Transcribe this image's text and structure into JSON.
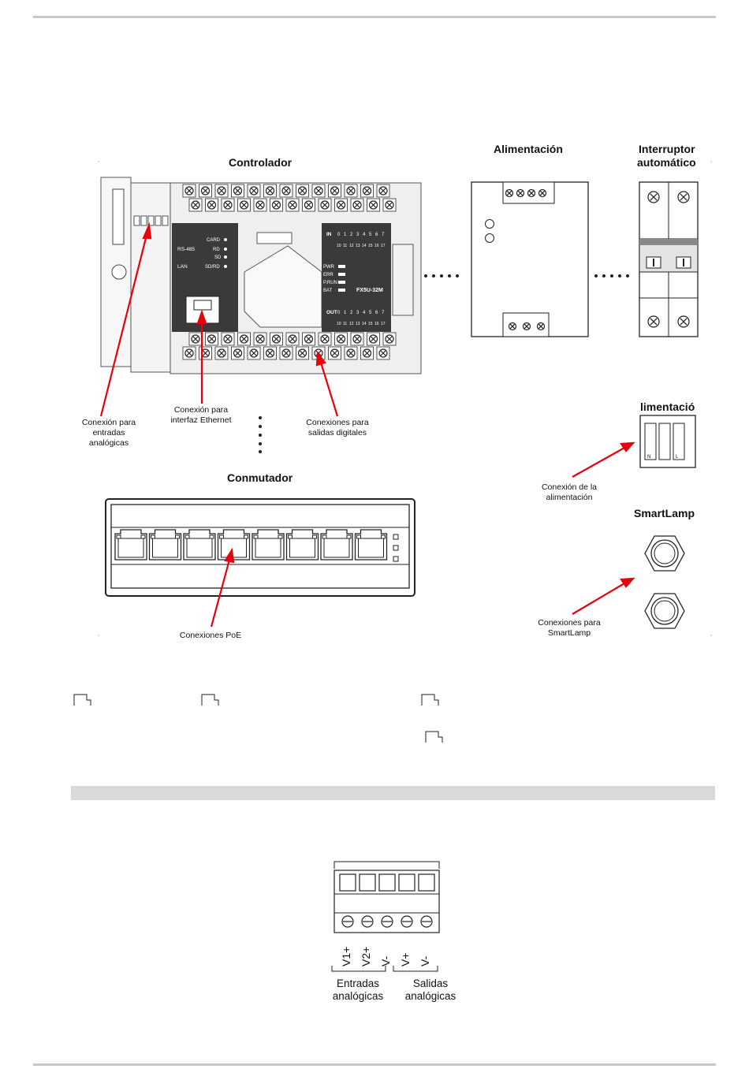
{
  "labels": {
    "controlador": "Controlador",
    "alimentacion": "Alimentación",
    "interruptor_line1": "Interruptor",
    "interruptor_line2": "automático",
    "alimentacion_clipped": "limentació",
    "conmutador": "Conmutador",
    "smartlamp": "SmartLamp"
  },
  "captions": {
    "analog_inputs": [
      "Conexión para",
      "entradas",
      "analógicas"
    ],
    "ethernet": [
      "Conexión para",
      "interfaz Ethernet"
    ],
    "digital_outputs": [
      "Conexiones para",
      "salidas digitales"
    ],
    "power_connection": [
      "Conexión de la",
      "alimentación"
    ],
    "poe": "Conexiones PoE",
    "smartlamp_conn": [
      "Conexiones para",
      "SmartLamp"
    ]
  },
  "plc": {
    "model": "FX5U-32M",
    "rs485": "RS-485",
    "lan": "LAN",
    "leds_right": [
      "CARD",
      "RD",
      "SD",
      "SD/RD"
    ],
    "status": [
      "PWR",
      "ERR",
      "P.RUN",
      "BAT"
    ],
    "in_label": "IN",
    "out_label": "OUT",
    "io_top": [
      "0",
      "1",
      "2",
      "3",
      "4",
      "5",
      "6",
      "7"
    ],
    "io_bottom": [
      "10",
      "11",
      "12",
      "13",
      "14",
      "15",
      "16",
      "17"
    ]
  },
  "terminal": {
    "pins": [
      "V1+",
      "V2+",
      "V-",
      "V+",
      "V-"
    ],
    "group_inputs": [
      "Entradas",
      "analógicas"
    ],
    "group_outputs": [
      "Salidas",
      "analógicas"
    ]
  },
  "colors": {
    "arrow": "#e8000b",
    "panel": "#3a3a3a",
    "rule": "#c8c8c8",
    "section_bar": "#d9d9d9"
  },
  "icons": [
    "page-corner-icon",
    "rj45-port-icon",
    "screw-icon",
    "cable-gland-icon",
    "arrow-icon"
  ]
}
